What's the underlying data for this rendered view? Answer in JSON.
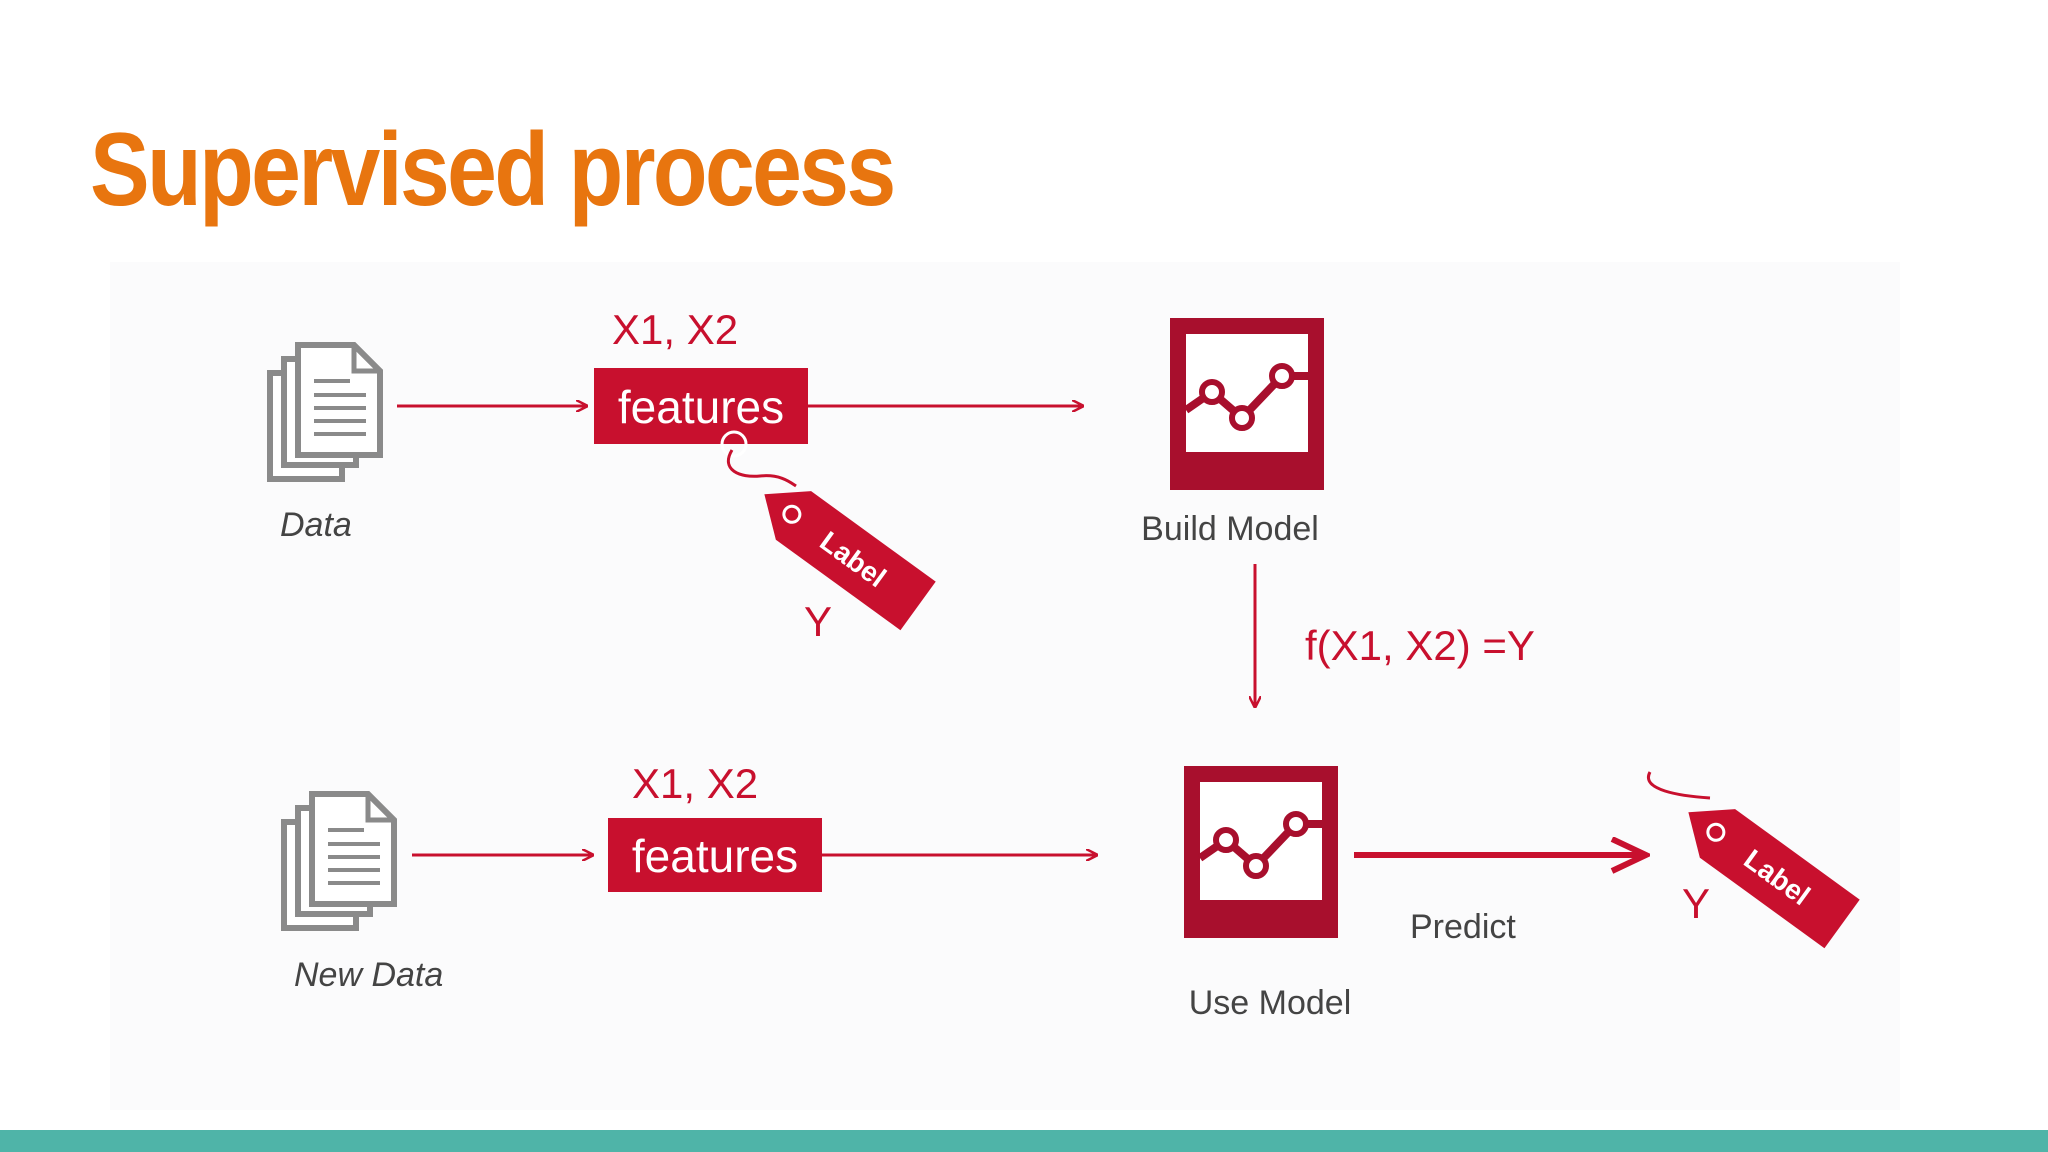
{
  "slide": {
    "title": "Supervised process"
  },
  "diagram": {
    "top_row": {
      "source_label": "Data",
      "feature_vars": "X1, X2",
      "features_label": "features",
      "tag_label": "Label",
      "tag_value": "Y",
      "model_label": "Build Model"
    },
    "link": {
      "function_label": "f(X1, X2) =Y"
    },
    "bottom_row": {
      "source_label": "New Data",
      "feature_vars": "X1, X2",
      "features_label": "features",
      "model_label": "Use Model",
      "action_label": "Predict",
      "tag_label": "Label",
      "tag_value": "Y"
    }
  },
  "colors": {
    "title": "#e8750f",
    "accent_red": "#c8102e",
    "model_red": "#a80f2d",
    "icon_gray": "#8a8a8a",
    "footer": "#4fb4a8"
  },
  "icons": [
    "documents-icon",
    "chart-model-icon",
    "label-tag-icon",
    "arrow-right-icon",
    "arrow-down-icon"
  ]
}
